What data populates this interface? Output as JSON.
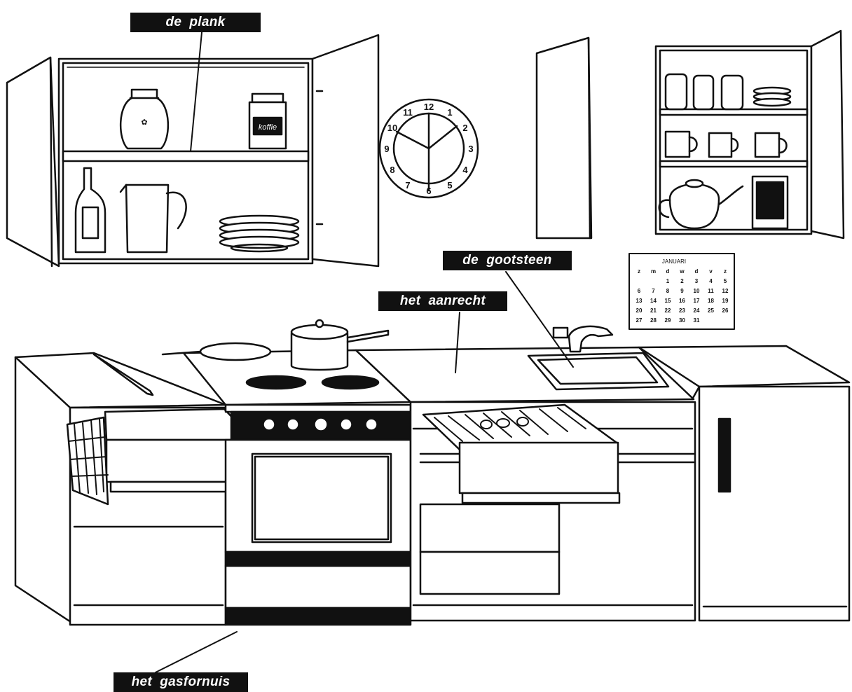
{
  "labels": {
    "plank": "de  plank",
    "gootsteen": "de  gootsteen",
    "aanrecht": "het  aanrecht",
    "gasfornuis": "het  gasfornuis"
  },
  "clock_numerals": [
    "12",
    "1",
    "2",
    "3",
    "4",
    "5",
    "6",
    "7",
    "8",
    "9",
    "10",
    "11"
  ],
  "coffee_jar_text": "koffie",
  "calendar": {
    "header": "JANUARI",
    "weekdays": [
      "z",
      "m",
      "d",
      "w",
      "d",
      "v",
      "z"
    ],
    "days": [
      [
        "",
        "",
        "1",
        "2",
        "3",
        "4",
        "5"
      ],
      [
        "6",
        "7",
        "8",
        "9",
        "10",
        "11",
        "12"
      ],
      [
        "13",
        "14",
        "15",
        "16",
        "17",
        "18",
        "19"
      ],
      [
        "20",
        "21",
        "22",
        "23",
        "24",
        "25",
        "26"
      ],
      [
        "27",
        "28",
        "29",
        "30",
        "31",
        "",
        ""
      ]
    ]
  },
  "colors": {
    "ink": "#111111",
    "paper": "#ffffff"
  }
}
